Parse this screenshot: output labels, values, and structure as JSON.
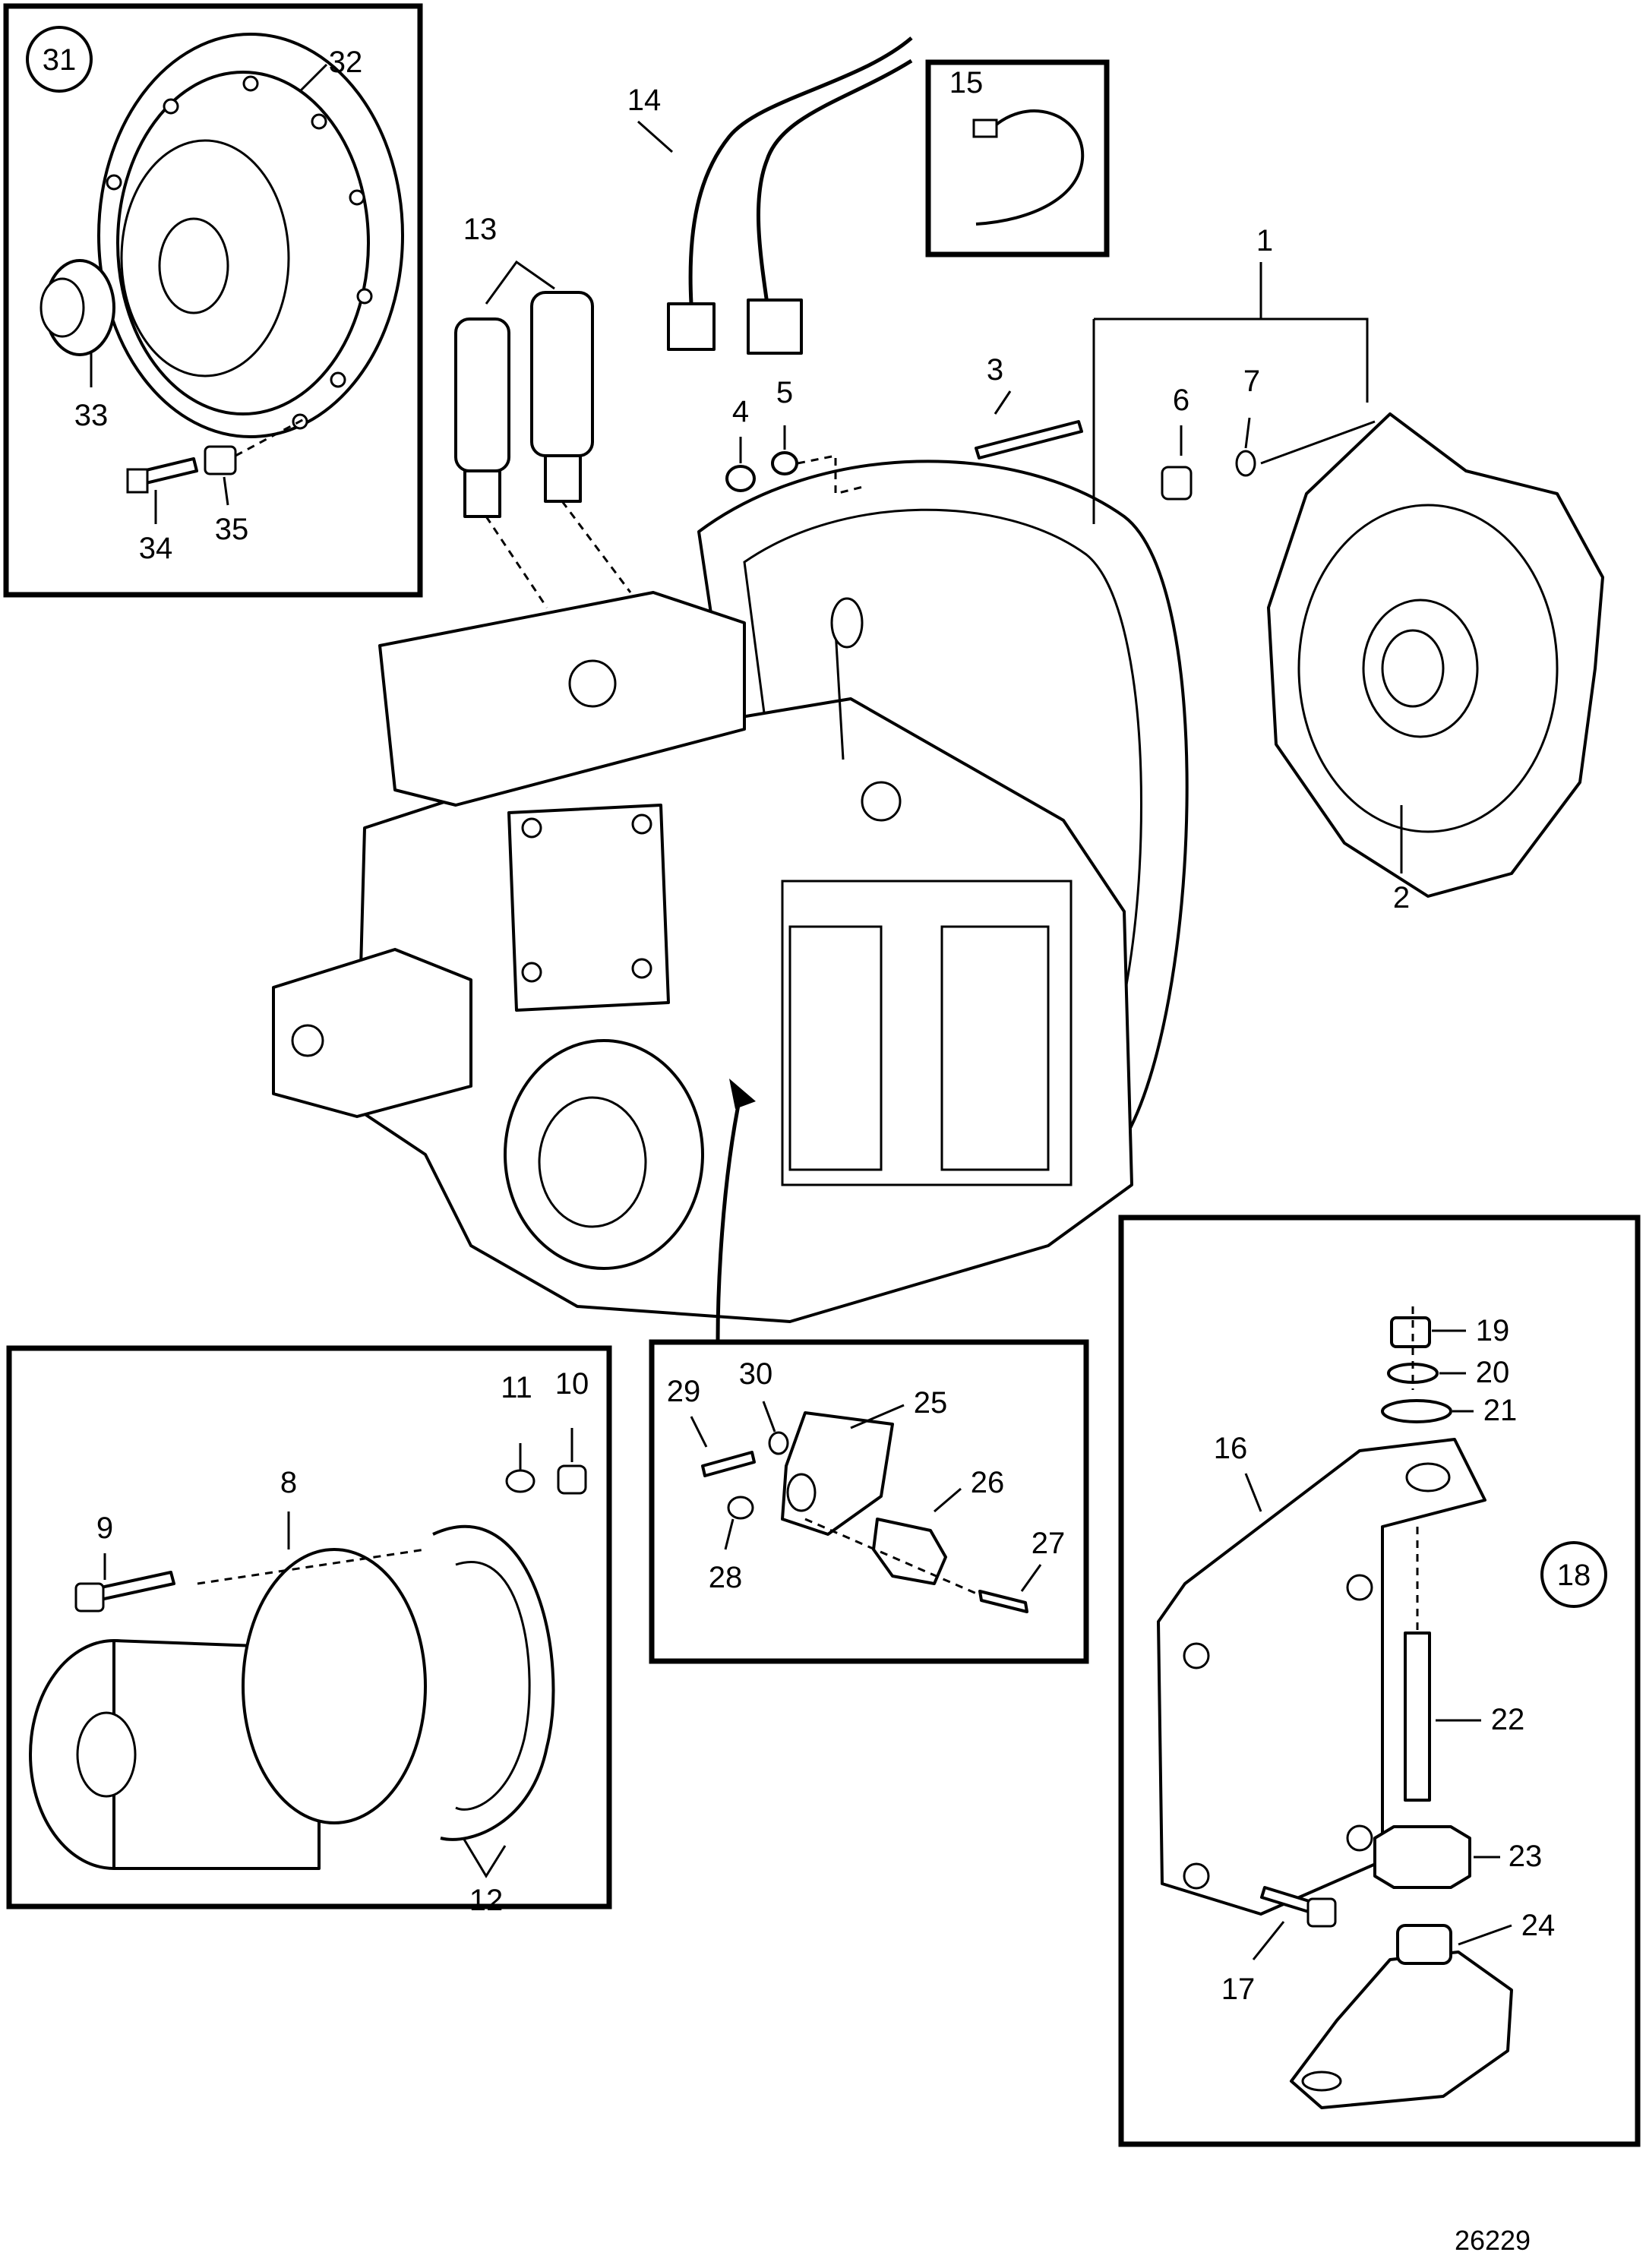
{
  "drawing_number": "26229",
  "callouts": {
    "c1": "1",
    "c2": "2",
    "c3": "3",
    "c4": "4",
    "c5": "5",
    "c6": "6",
    "c7": "7",
    "c8": "8",
    "c9": "9",
    "c10": "10",
    "c11": "11",
    "c12": "12",
    "c13": "13",
    "c14": "14",
    "c15": "15",
    "c16": "16",
    "c17": "17",
    "c18": "18",
    "c19": "19",
    "c20": "20",
    "c21": "21",
    "c22": "22",
    "c23": "23",
    "c24": "24",
    "c25": "25",
    "c26": "26",
    "c27": "27",
    "c28": "28",
    "c29": "29",
    "c30": "30",
    "c31": "31",
    "c32": "32",
    "c33": "33",
    "c34": "34",
    "c35": "35"
  }
}
